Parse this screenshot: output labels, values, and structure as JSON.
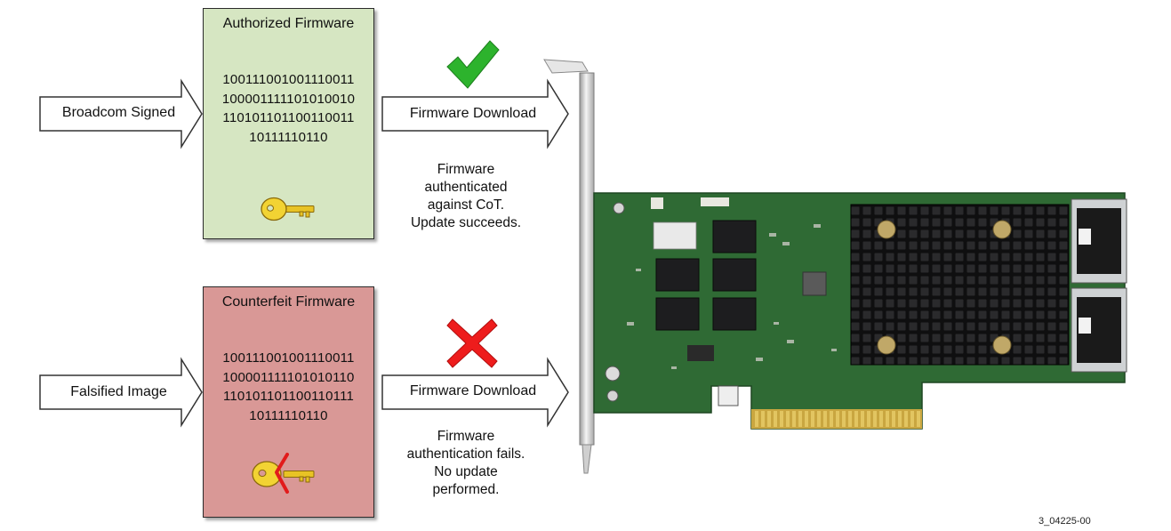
{
  "authorized": {
    "input_label": "Broadcom Signed",
    "box_title": "Authorized Firmware",
    "binary_lines": [
      "100111001001110011",
      "100001111101010010",
      "110101101100110011",
      "10111110110"
    ],
    "output_label": "Firmware Download",
    "result_lines": [
      "Firmware",
      "authenticated",
      "against CoT.",
      "Update succeeds."
    ],
    "status_icon": "green-checkmark-icon",
    "key_icon": "gold-key-icon",
    "box_color": "#d6e6c2"
  },
  "counterfeit": {
    "input_label": "Falsified Image",
    "box_title": "Counterfeit Firmware",
    "binary_lines": [
      "100111001001110011",
      "100001111101010110",
      "110101101100110111",
      "10111110110"
    ],
    "output_label": "Firmware Download",
    "result_lines": [
      "Firmware",
      "authentication fails.",
      "No update",
      "performed."
    ],
    "status_icon": "red-x-icon",
    "key_icon": "broken-key-icon",
    "box_color": "#d99896"
  },
  "device_image": "raid-controller-card",
  "figure_ref": "3_04225-00"
}
